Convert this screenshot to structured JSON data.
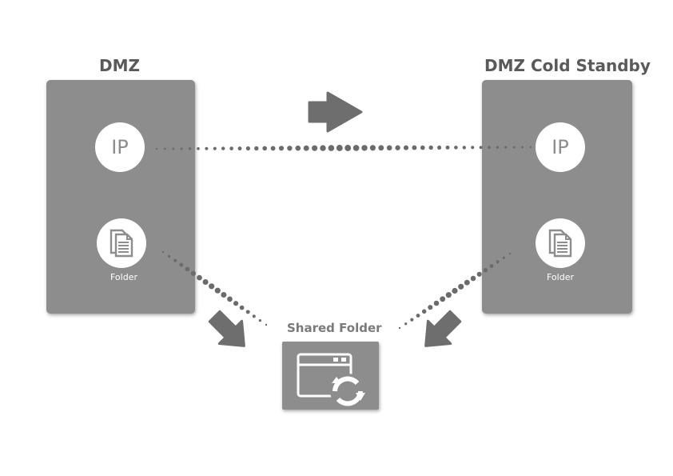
{
  "diagram": {
    "left_panel": {
      "title": "DMZ",
      "ip_label": "IP",
      "folder_label": "Folder"
    },
    "right_panel": {
      "title": "DMZ Cold Standby",
      "ip_label": "IP",
      "folder_label": "Folder"
    },
    "shared": {
      "title": "Shared Folder"
    },
    "colors": {
      "panel": "#8d8d8d",
      "dots": "#6b6b6b",
      "arrow": "#6e6e6e",
      "title": "#5a5a5a"
    }
  }
}
